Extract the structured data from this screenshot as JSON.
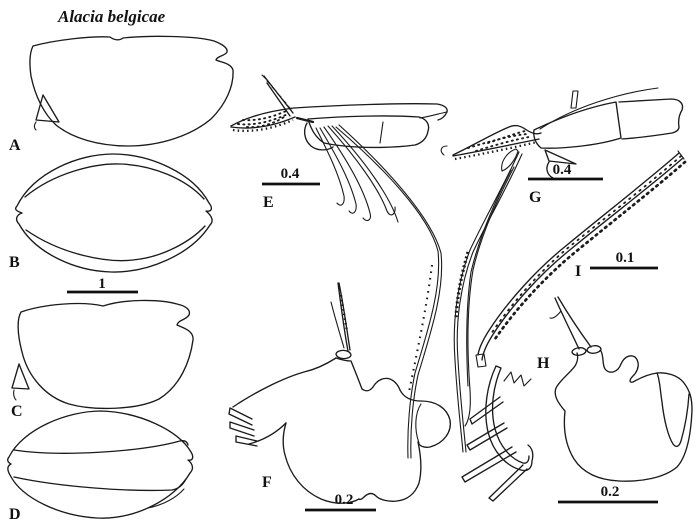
{
  "figure": {
    "title": "Alacia belgicae"
  },
  "panel_labels": {
    "A": "A",
    "B": "B",
    "C": "C",
    "D": "D",
    "E": "E",
    "F": "F",
    "G": "G",
    "H": "H",
    "I": "I"
  },
  "scale_values": {
    "B": "1",
    "E": "0.4",
    "F": "0.2",
    "G": "0.4",
    "H": "0.2",
    "I": "0.1"
  }
}
